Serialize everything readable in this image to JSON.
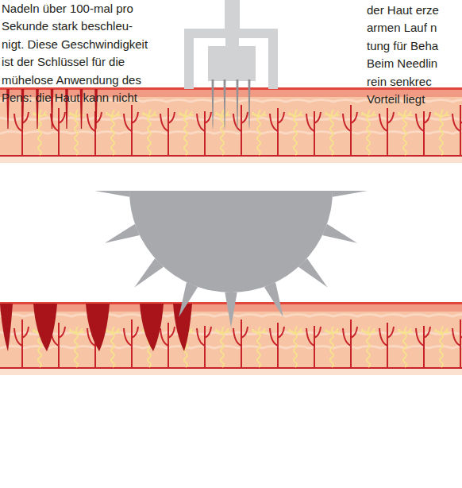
{
  "diagram": {
    "labels": [
      "Nadeln über 100-mal pro",
      "Sekunde stark beschleu-",
      "nigt. Diese Geschwindigkeit",
      "ist der Schlüssel für die",
      "mühelose Anwendung des",
      "Pens: die Haut kann nicht",
      "der Haut erze",
      "armen Lauf n",
      "tung für Beha",
      "Beim Needlin",
      "rein senkrec",
      "Vorteil liegt"
    ]
  }
}
